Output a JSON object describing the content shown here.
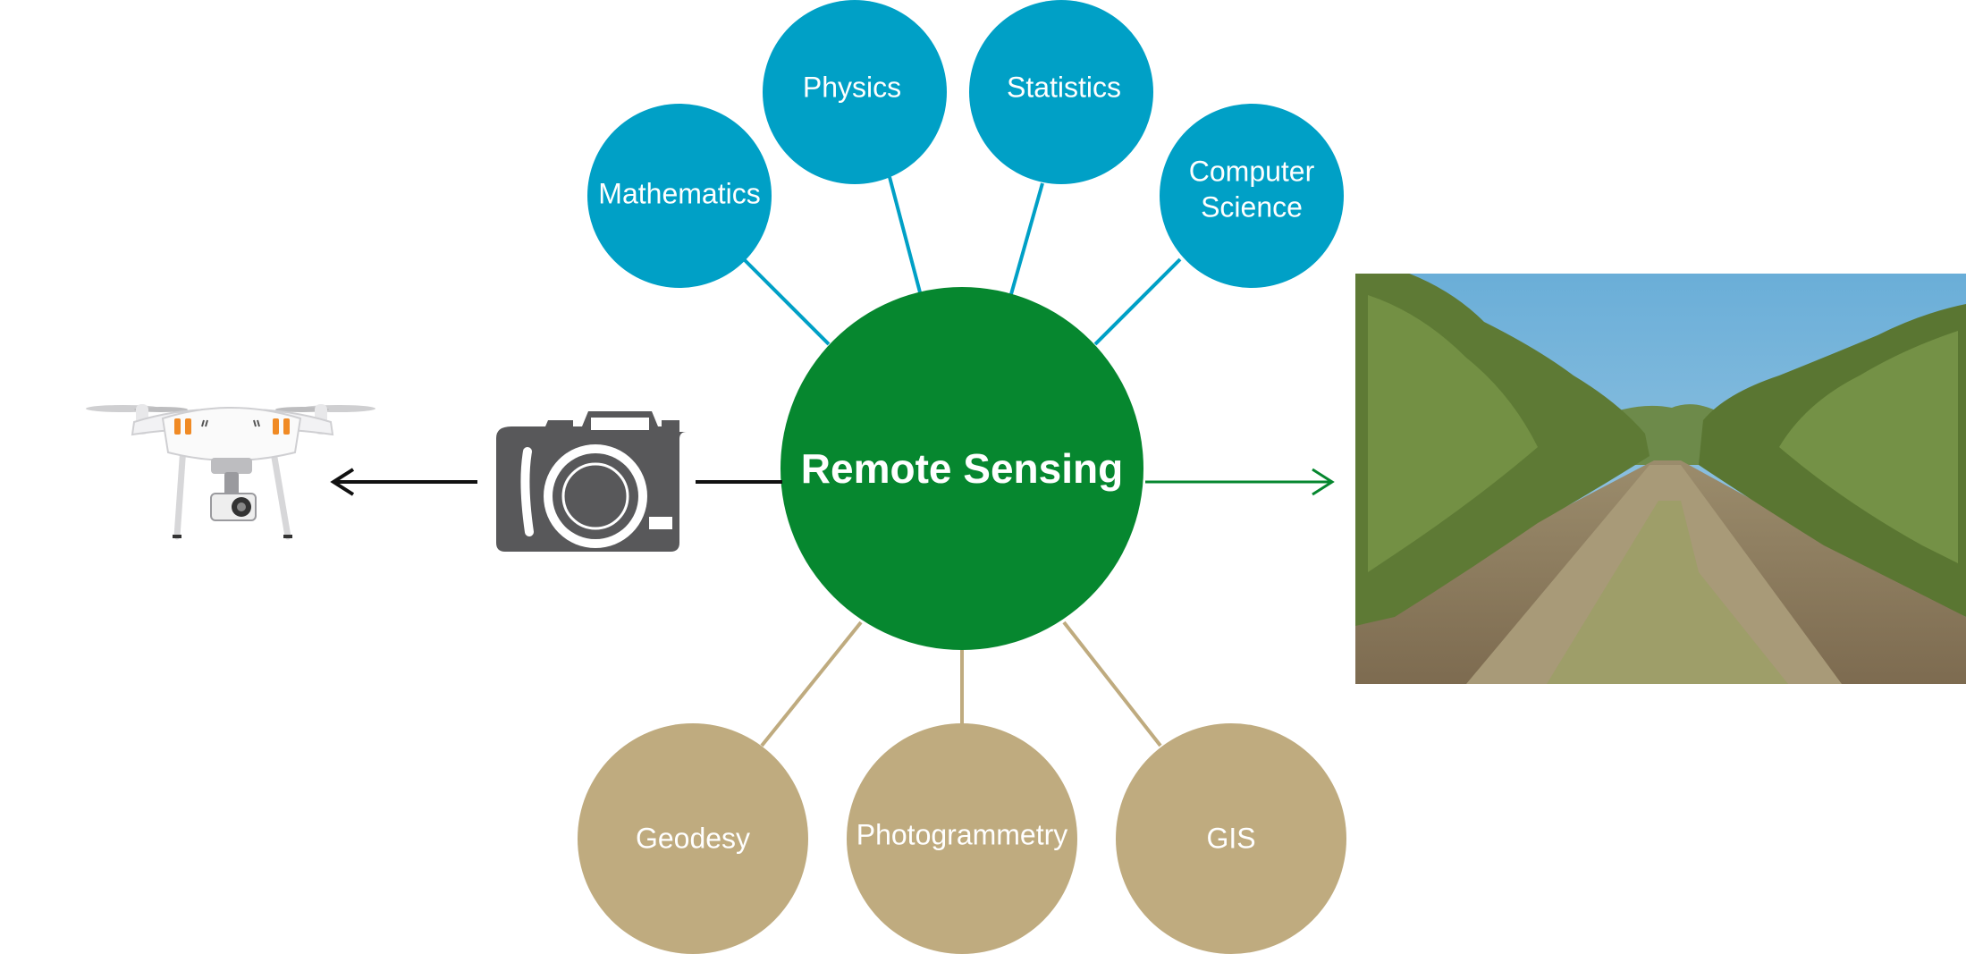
{
  "center": {
    "label": "Remote Sensing",
    "color": "#06872f"
  },
  "top_nodes": [
    {
      "lines": [
        "Mathematics"
      ]
    },
    {
      "lines": [
        "Physics"
      ]
    },
    {
      "lines": [
        "Statistics"
      ]
    },
    {
      "lines": [
        "Computer",
        "Science"
      ]
    }
  ],
  "bottom_nodes": [
    {
      "lines": [
        "Geodesy"
      ]
    },
    {
      "lines": [
        "Photogrammetry"
      ]
    },
    {
      "lines": [
        "GIS"
      ]
    }
  ],
  "colors": {
    "top_node": "#00a0c6",
    "bottom_node": "#bfab7f",
    "top_connector": "#00a0c6",
    "bottom_connector": "#bfab7f",
    "camera": "#58585a",
    "left_arrow": "#111111",
    "right_arrow": "#06872f"
  },
  "icons": {
    "drone": "drone-icon",
    "camera": "camera-icon",
    "photo": "olive-orchard-photo"
  }
}
